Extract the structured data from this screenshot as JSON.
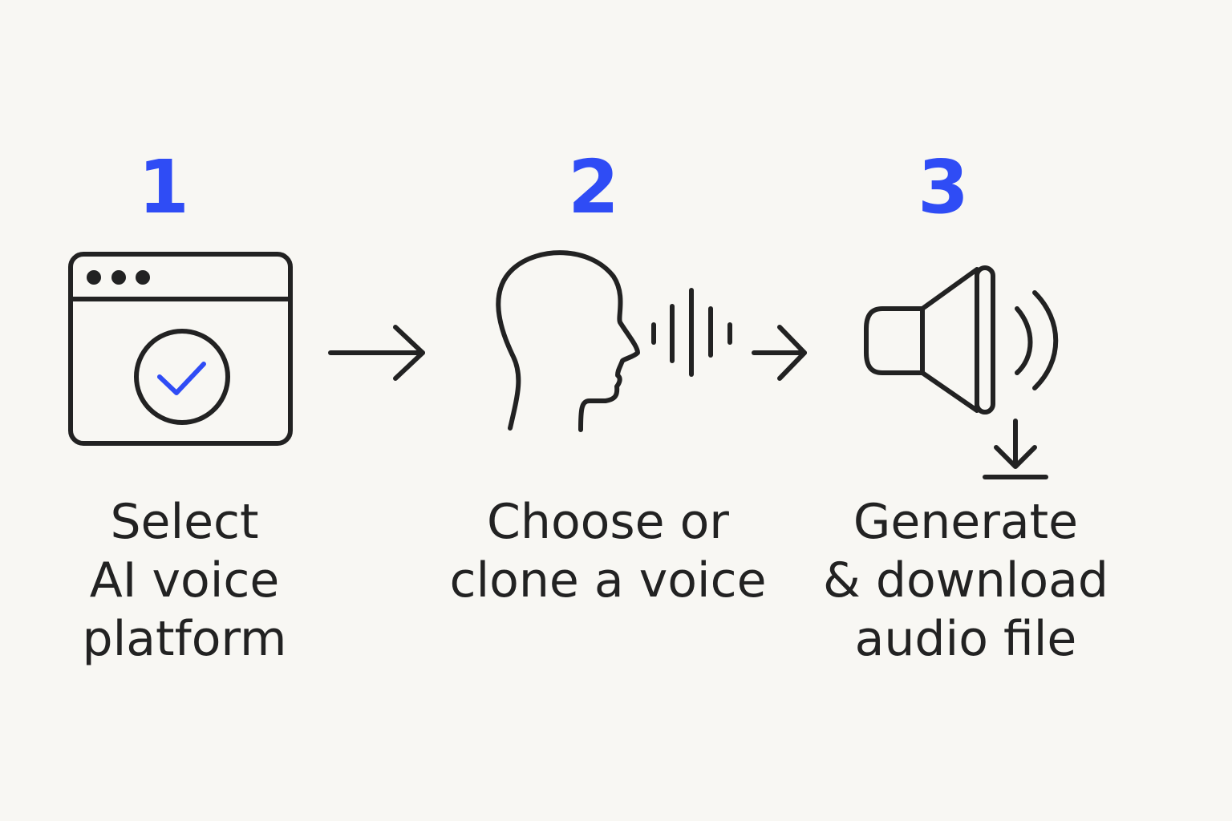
{
  "colors": {
    "accent": "#2f4cf5",
    "stroke": "#222222",
    "background": "#f8f7f3"
  },
  "steps": [
    {
      "number": "1",
      "label_lines": [
        "Select",
        "AI voice",
        "platform"
      ],
      "icon": "browser-check-icon"
    },
    {
      "number": "2",
      "label_lines": [
        "Choose or",
        "clone a voice"
      ],
      "icon": "head-voice-icon"
    },
    {
      "number": "3",
      "label_lines": [
        "Generate",
        "& download",
        "audio file"
      ],
      "icon": "speaker-download-icon"
    }
  ]
}
